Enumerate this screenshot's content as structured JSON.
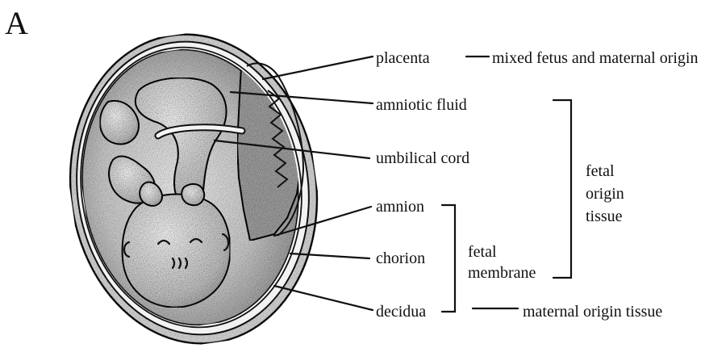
{
  "panel_label": "A",
  "labels": {
    "placenta": "placenta",
    "placenta_note": "mixed fetus and maternal origin",
    "amniotic_fluid": "amniotic fluid",
    "umbilical_cord": "umbilical cord",
    "amnion": "amnion",
    "chorion": "chorion",
    "decidua": "decidua",
    "maternal_origin_tissue": "maternal origin tissue"
  },
  "groups": {
    "fetal_origin_tissue": [
      "fetal",
      "origin",
      "tissue"
    ],
    "fetal_membrane": [
      "fetal",
      "membrane"
    ]
  }
}
